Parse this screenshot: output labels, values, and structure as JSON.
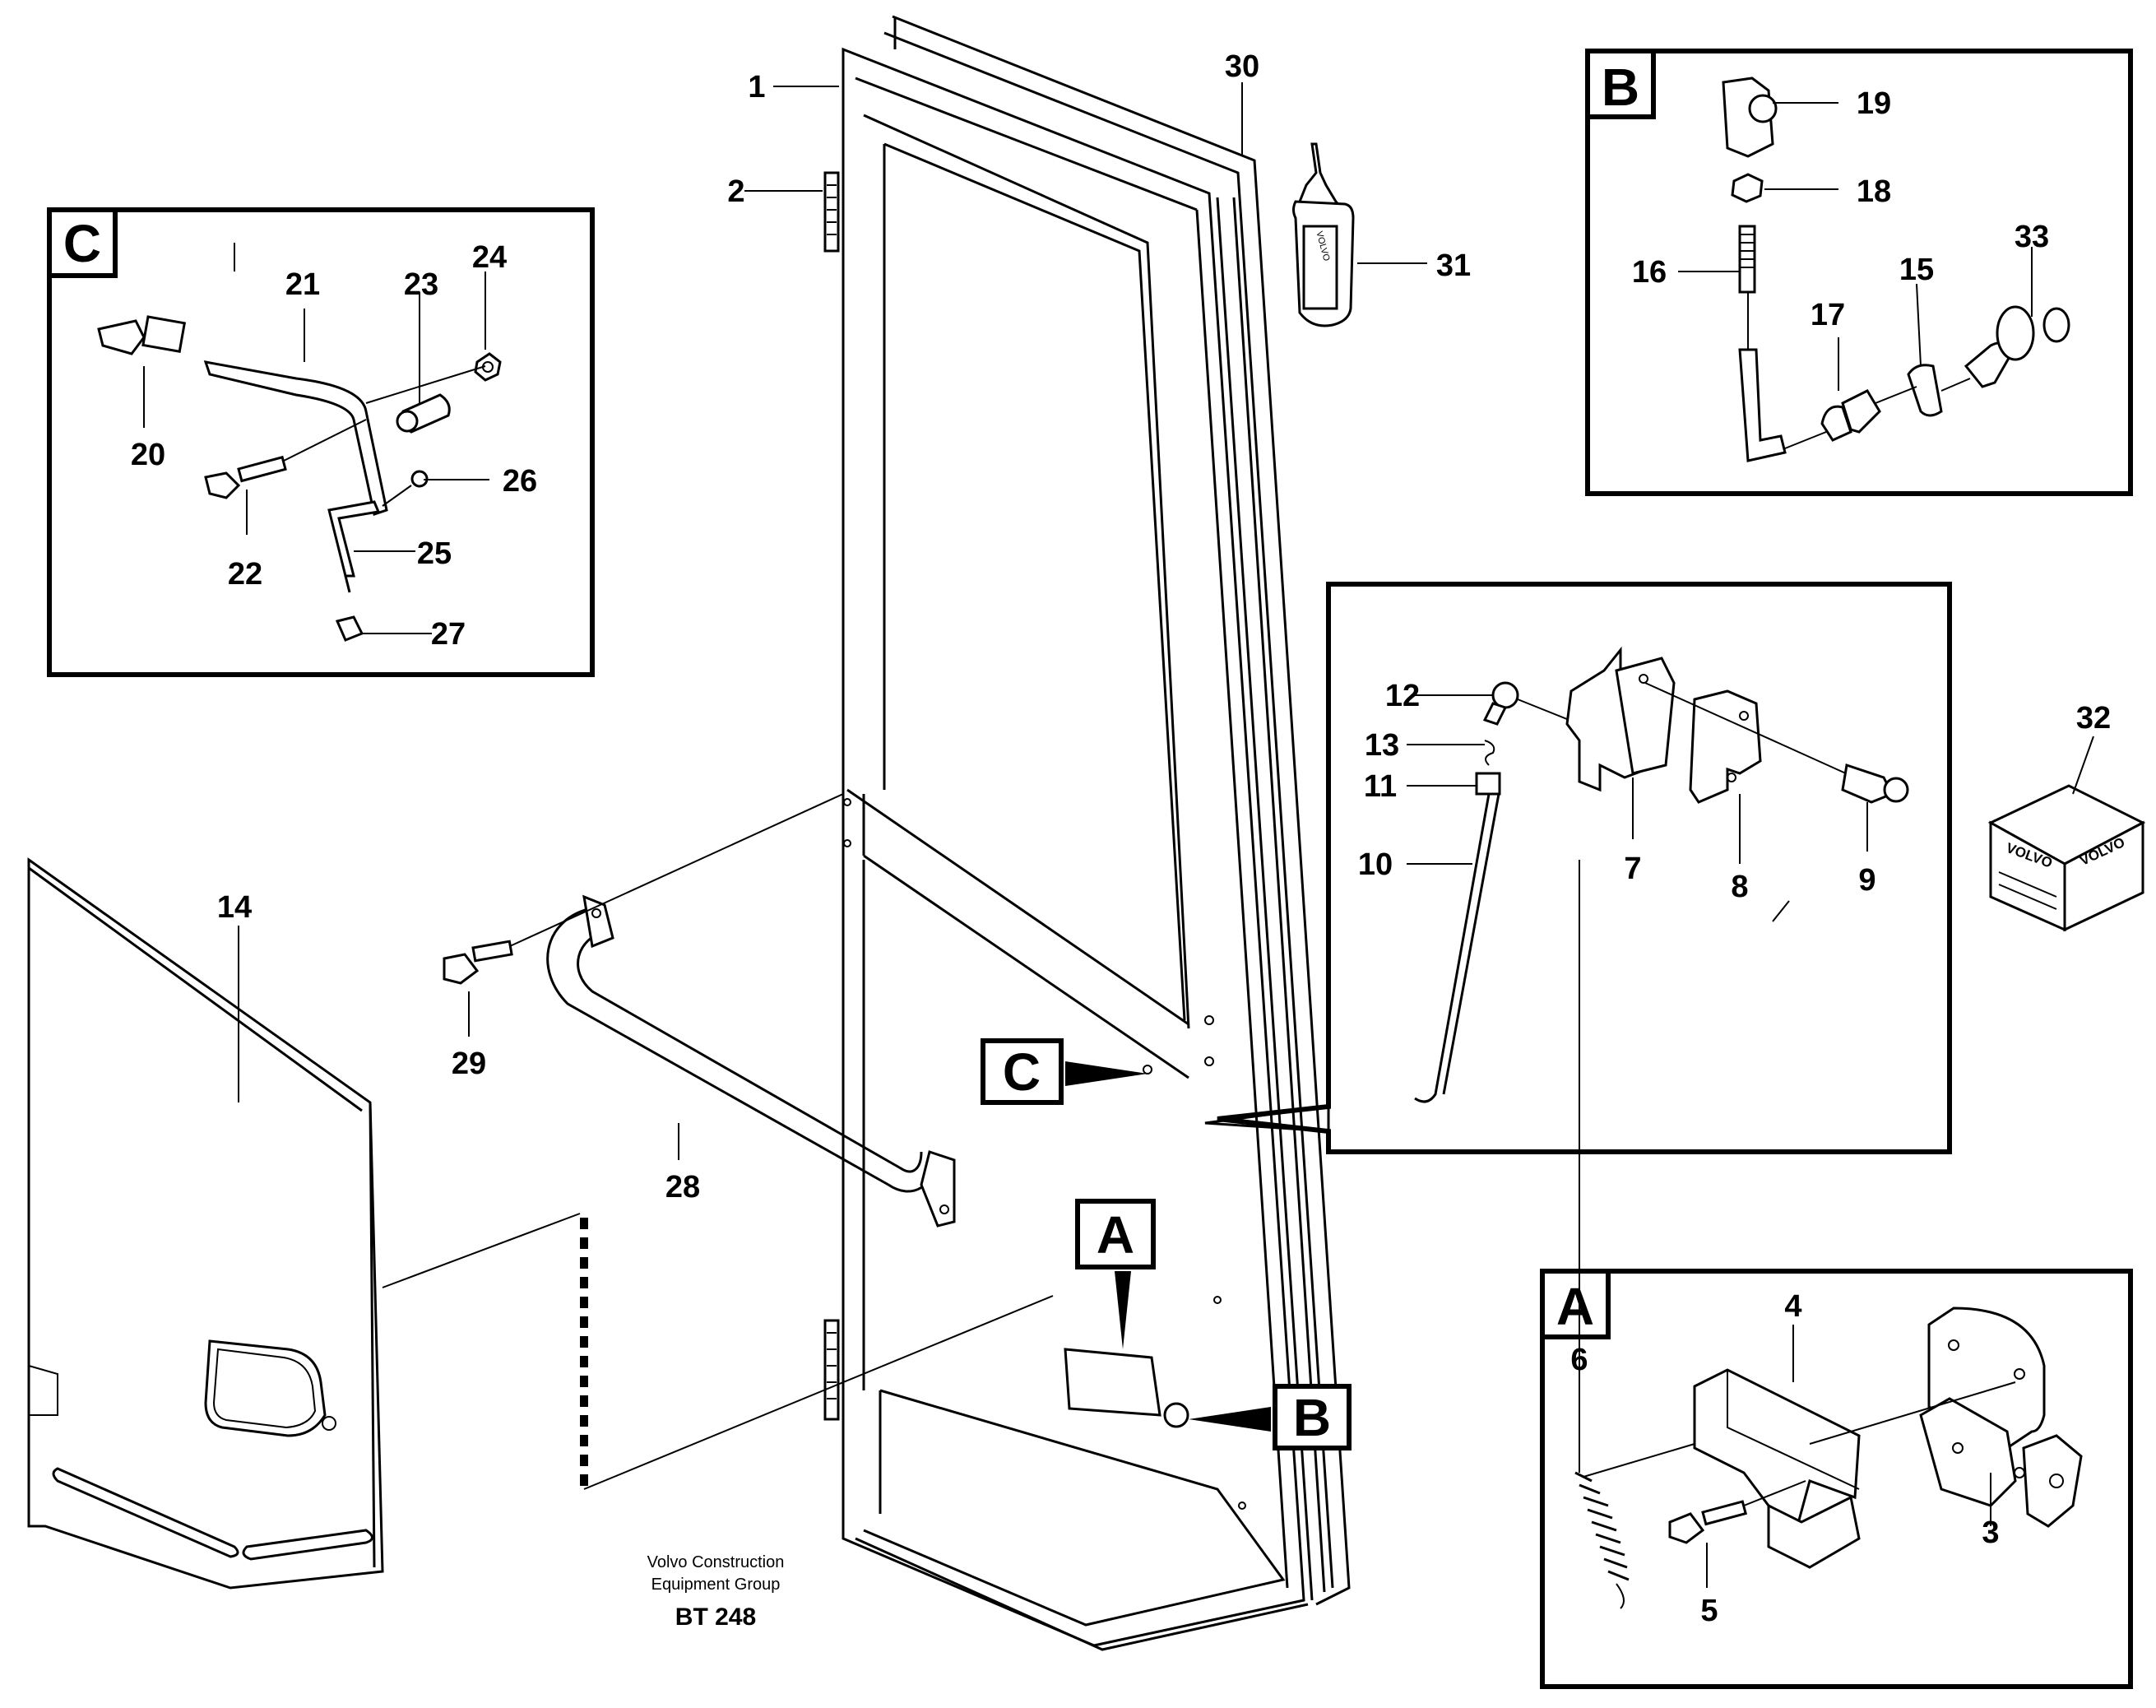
{
  "labels": {
    "l1": "1",
    "l2": "2",
    "l3": "3",
    "l4": "4",
    "l5": "5",
    "l6": "6",
    "l7": "7",
    "l8": "8",
    "l9": "9",
    "l10": "10",
    "l11": "11",
    "l12": "12",
    "l13": "13",
    "l14": "14",
    "l15": "15",
    "l16": "16",
    "l17": "17",
    "l18": "18",
    "l19": "19",
    "l20": "20",
    "l21": "21",
    "l22": "22",
    "l23": "23",
    "l24": "24",
    "l25": "25",
    "l26": "26",
    "l27": "27",
    "l28": "28",
    "l29": "29",
    "l30": "30",
    "l31": "31",
    "l32": "32",
    "l33": "33"
  },
  "detail_boxes": {
    "a": "A",
    "b": "B",
    "c": "C"
  },
  "callouts": {
    "a": "A",
    "b": "B",
    "c": "C"
  },
  "footer": {
    "company_line1": "Volvo Construction",
    "company_line2": "Equipment Group",
    "code": "BT 248"
  },
  "product_box_brand": "VOLVO",
  "bottle_brand": "VOLVO"
}
